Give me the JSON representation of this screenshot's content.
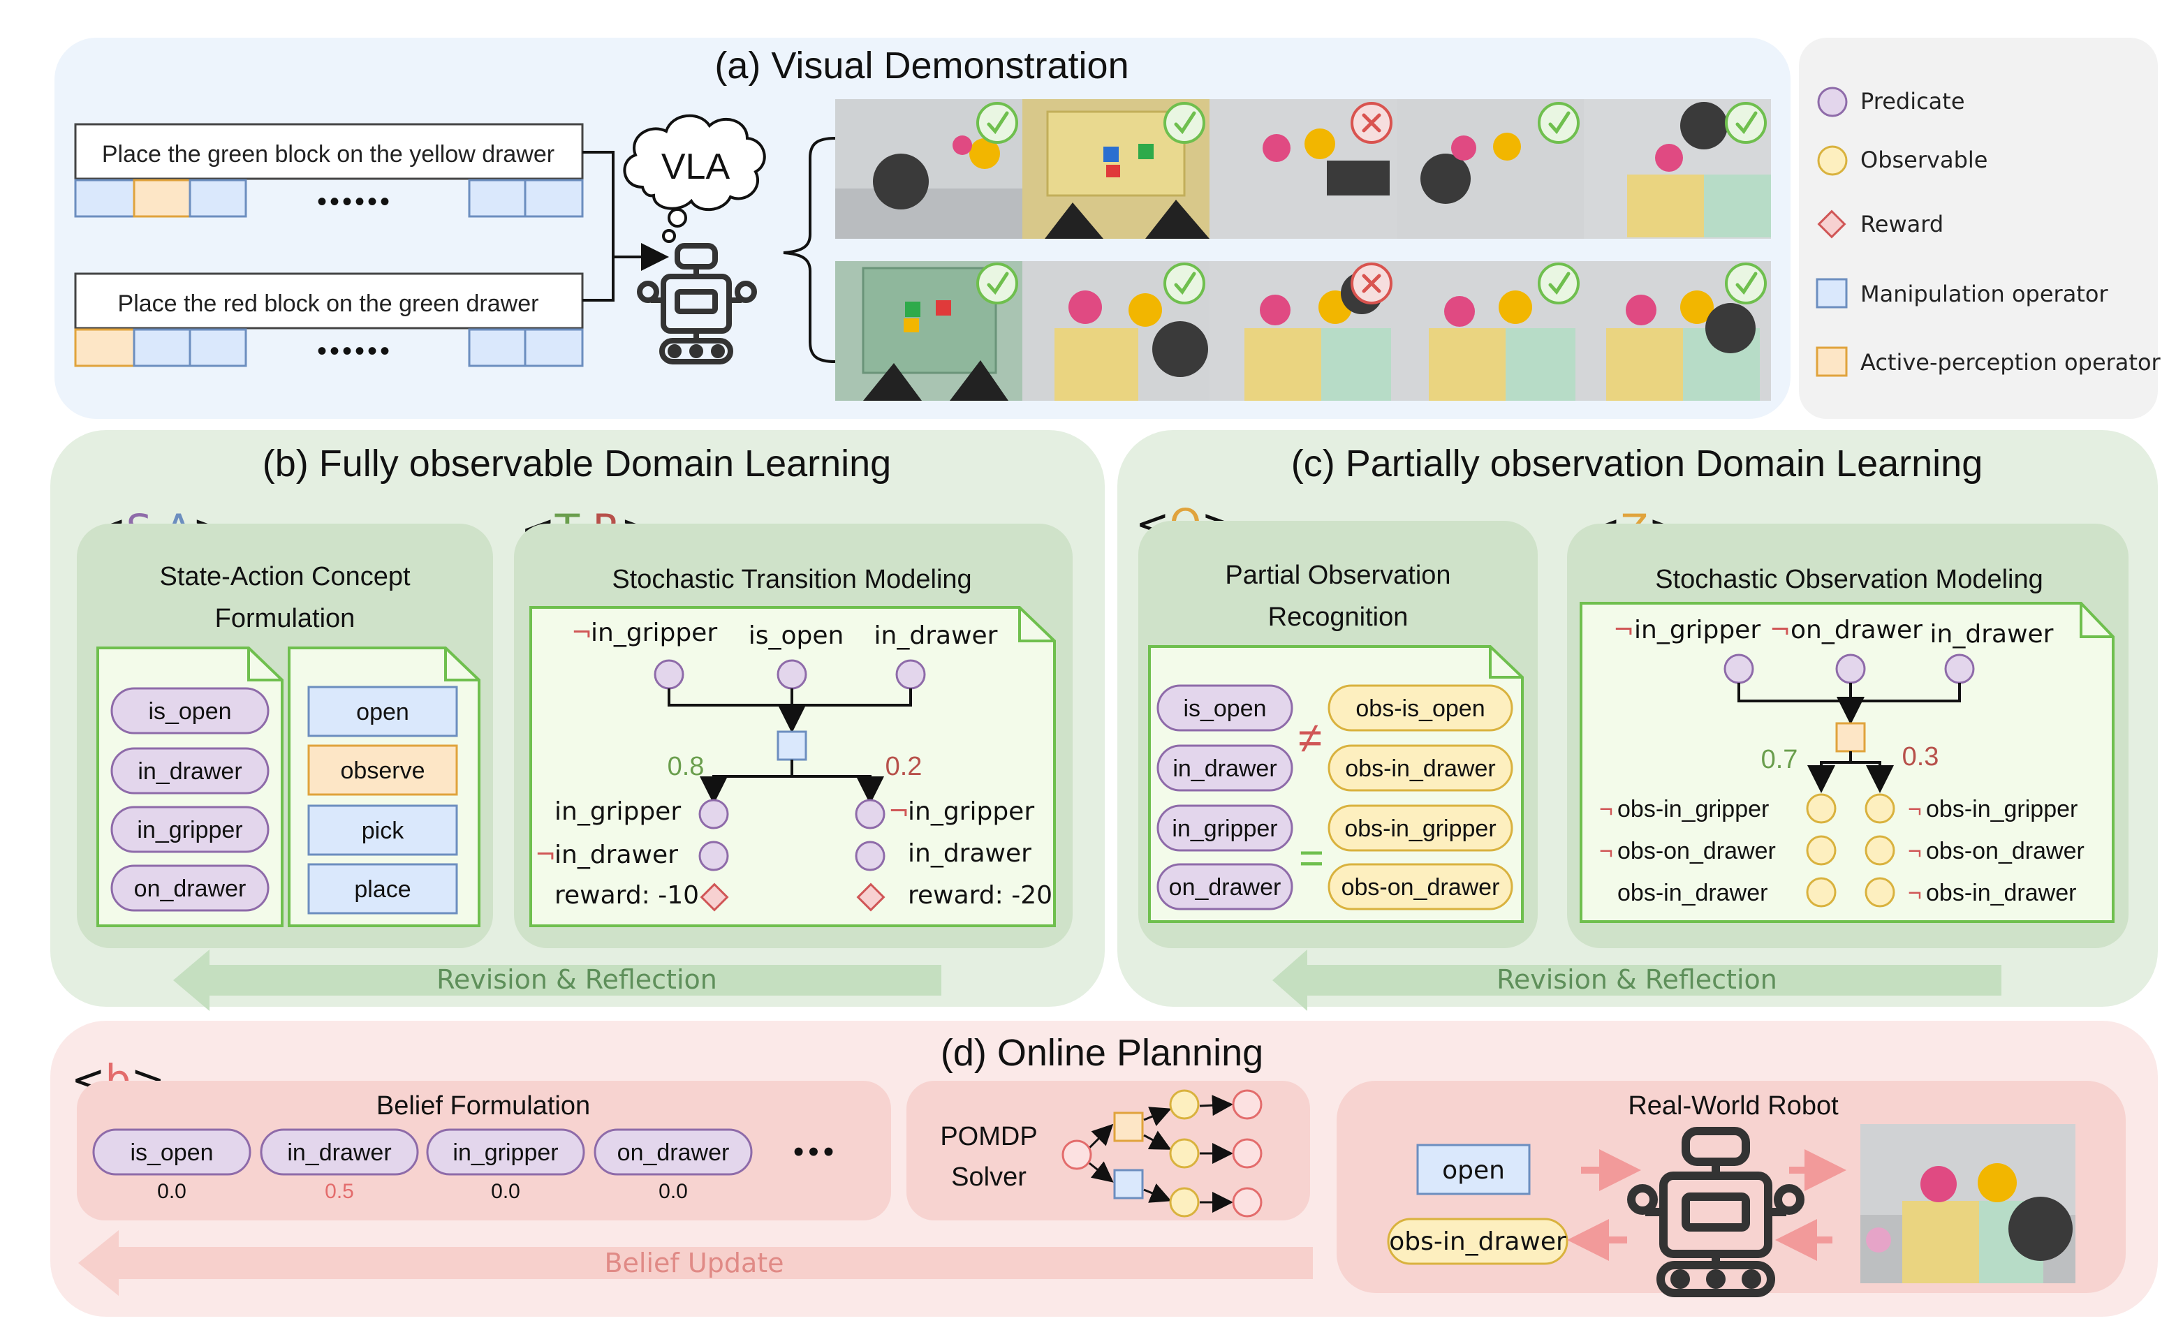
{
  "colors": {
    "panel_a_bg": "#edf4fc",
    "legend_bg": "#f2f2f2",
    "green_panel": "#e4efe1",
    "green_inner": "#cfe2c9",
    "green_card": "#f3fbea",
    "green_stroke": "#6fbf4e",
    "pink_panel": "#fbe9e8",
    "pink_inner": "#f7d3d0",
    "predicate_fill": "#e3d6ec",
    "predicate_stroke": "#8e6ba9",
    "observable_fill": "#fdefbf",
    "observable_stroke": "#d9b23e",
    "reward_fill": "#f7d1d1",
    "reward_stroke": "#d05656",
    "manip_fill": "#dae8fc",
    "manip_stroke": "#6c8ebf",
    "percep_fill": "#fde6c6",
    "percep_stroke": "#e0a33c",
    "prob_green": "#6a9e4d",
    "prob_red": "#b7504a",
    "check_green": "#6fbf4e",
    "cross_red": "#d9534f"
  },
  "panel_a": {
    "title": "(a) Visual Demonstration",
    "instructions": [
      "Place the green block on the yellow drawer",
      "Place the red block on the green drawer"
    ],
    "ellipsis": "••••••",
    "vla_label": "VLA",
    "frames_row1": [
      {
        "status": "check",
        "icon": "check-icon"
      },
      {
        "status": "check",
        "icon": "check-icon"
      },
      {
        "status": "cross",
        "icon": "cross-icon"
      },
      {
        "status": "check",
        "icon": "check-icon"
      },
      {
        "status": "check",
        "icon": "check-icon"
      }
    ],
    "frames_row2": [
      {
        "status": "check",
        "icon": "check-icon"
      },
      {
        "status": "check",
        "icon": "check-icon"
      },
      {
        "status": "cross",
        "icon": "cross-icon"
      },
      {
        "status": "check",
        "icon": "check-icon"
      },
      {
        "status": "check",
        "icon": "check-icon"
      }
    ]
  },
  "legend": {
    "items": [
      {
        "label": "Predicate",
        "shape": "circle-purple"
      },
      {
        "label": "Observable",
        "shape": "circle-yellow"
      },
      {
        "label": "Reward",
        "shape": "diamond-red"
      },
      {
        "label": "Manipulation operator",
        "shape": "square-blue"
      },
      {
        "label": "Active-perception operator",
        "shape": "square-orange"
      }
    ]
  },
  "panel_b": {
    "title": "(b) Fully observable Domain Learning",
    "sa_tag": {
      "open": "<",
      "s": "S",
      "comma": ",",
      "a": "A",
      "close": ">"
    },
    "tr_tag": {
      "open": "<",
      "t": "T",
      "comma": ",",
      "r": "R",
      "close": ">"
    },
    "concept_title_1": "State-Action Concept",
    "concept_title_2": "Formulation",
    "predicates": [
      "is_open",
      "in_drawer",
      "in_gripper",
      "on_drawer"
    ],
    "operators": [
      "open",
      "observe",
      "pick",
      "place"
    ],
    "transition_title": "Stochastic Transition Modeling",
    "neg": "¬",
    "top_labels": [
      "in_gripper",
      "is_open",
      "in_drawer"
    ],
    "prob_left": "0.8",
    "prob_right": "0.2",
    "left_out": [
      "in_gripper",
      "in_drawer",
      "reward: -10"
    ],
    "right_out": [
      "in_gripper",
      "in_drawer",
      "reward: -20"
    ],
    "revision": "Revision & Reflection"
  },
  "panel_c": {
    "title": "(c) Partially observation Domain Learning",
    "o_tag": {
      "open": "<",
      "o": "O",
      "close": ">"
    },
    "z_tag": {
      "open": "<",
      "z": "Z",
      "close": ">"
    },
    "recog_title_1": "Partial Observation",
    "recog_title_2": "Recognition",
    "predicates": [
      "is_open",
      "in_drawer",
      "in_gripper",
      "on_drawer"
    ],
    "observables": [
      "obs-is_open",
      "obs-in_drawer",
      "obs-in_gripper",
      "obs-on_drawer"
    ],
    "neq": "≠",
    "eq": "=",
    "obs_title": "Stochastic Observation Modeling",
    "neg": "¬",
    "top_labels": [
      "in_gripper",
      "on_drawer",
      "in_drawer"
    ],
    "prob_left": "0.7",
    "prob_right": "0.3",
    "left_out": [
      "obs-in_gripper",
      "obs-on_drawer",
      "obs-in_drawer"
    ],
    "right_out": [
      "obs-in_gripper",
      "obs-on_drawer",
      "obs-in_drawer"
    ],
    "revision": "Revision & Reflection"
  },
  "panel_d": {
    "title": "(d) Online Planning",
    "b_tag": {
      "open": "<",
      "b": "b",
      "close": ">"
    },
    "belief_title": "Belief Formulation",
    "beliefs": [
      {
        "label": "is_open",
        "value": "0.0"
      },
      {
        "label": "in_drawer",
        "value": "0.5"
      },
      {
        "label": "in_gripper",
        "value": "0.0"
      },
      {
        "label": "on_drawer",
        "value": "0.0"
      }
    ],
    "ellipsis": "•••",
    "solver_1": "POMDP",
    "solver_2": "Solver",
    "robot_title": "Real-World Robot",
    "action": "open",
    "observation": "obs-in_drawer",
    "belief_update": "Belief Update"
  }
}
